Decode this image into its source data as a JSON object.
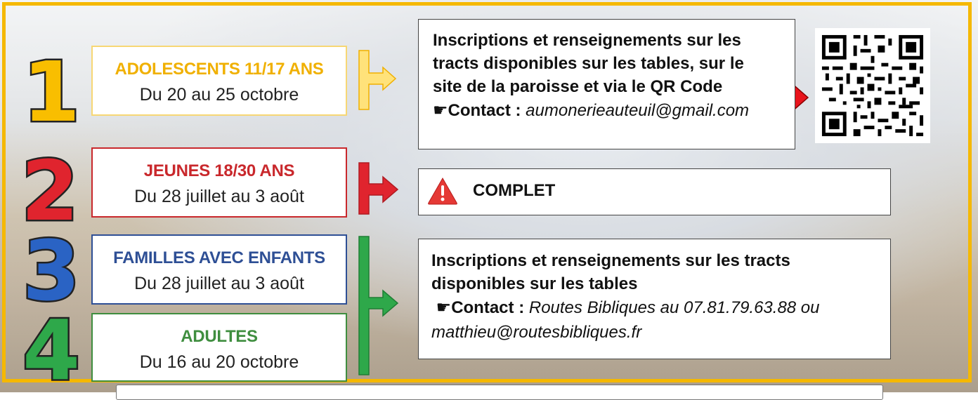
{
  "groups": [
    {
      "number": "1",
      "title": "ADOLESCENTS 11/17 ANS",
      "dates": "Du 20 au 25 octobre"
    },
    {
      "number": "2",
      "title": "JEUNES 18/30 ANS",
      "dates": "Du 28 juillet au 3 août"
    },
    {
      "number": "3",
      "title": "FAMILLES AVEC ENFANTS",
      "dates": "Du 28 juillet au 3 août"
    },
    {
      "number": "4",
      "title": "ADULTES",
      "dates": "Du 16 au 20 octobre"
    }
  ],
  "info1": {
    "line1": "Inscriptions et renseignements sur les",
    "line2": "tracts disponibles sur les tables, sur le",
    "line3": "site de la paroisse et via le QR Code",
    "contact_icon": "☛",
    "contact_label": "Contact :",
    "contact_value": " aumonerieauteuil@gmail.com"
  },
  "info2": {
    "status": "COMPLET",
    "icon": "warning-icon"
  },
  "info3": {
    "line1": "Inscriptions et renseignements sur les tracts",
    "line2": "disponibles sur les tables",
    "contact_icon": "☛",
    "contact_label": "Contact :",
    "contact_value": " Routes Bibliques au 07.81.79.63.88 ou",
    "contact_value2": "matthieu@routesbibliques.fr"
  },
  "colors": {
    "frame": "#f5b800",
    "group1": "#f9be00",
    "group2": "#e0242e",
    "group3": "#2a63c4",
    "group4": "#2ea84a"
  }
}
